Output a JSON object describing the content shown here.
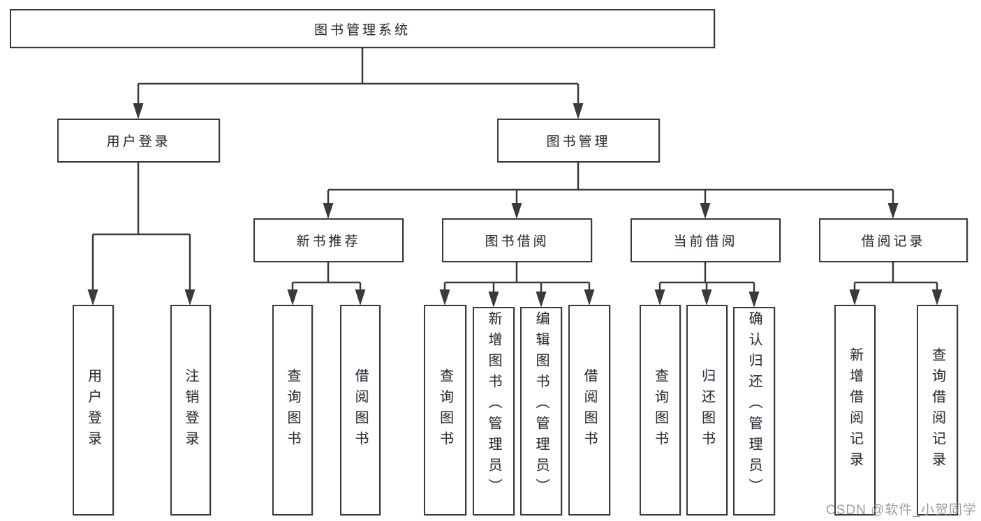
{
  "colors": {
    "line": "#3a3a3a",
    "box_border": "#3a3a3a",
    "text": "#2e2e2e",
    "watermark_gray": "#919191",
    "background": "#ffffff"
  },
  "watermark": {
    "text": "CSDN @软件_小贺同学"
  },
  "tree": {
    "root": {
      "label": "图书管理系统",
      "children": [
        {
          "label": "用户登录",
          "children": [
            {
              "label": "用户登录"
            },
            {
              "label": "注销登录"
            }
          ]
        },
        {
          "label": "图书管理",
          "children": [
            {
              "label": "新书推荐",
              "children": [
                {
                  "label": "查询图书"
                },
                {
                  "label": "借阅图书"
                }
              ]
            },
            {
              "label": "图书借阅",
              "children": [
                {
                  "label": "查询图书"
                },
                {
                  "label": "新增图书（管理员）"
                },
                {
                  "label": "编辑图书（管理员）"
                },
                {
                  "label": "借阅图书"
                }
              ]
            },
            {
              "label": "当前借阅",
              "children": [
                {
                  "label": "查询图书"
                },
                {
                  "label": "归还图书"
                },
                {
                  "label": "确认归还（管理员）"
                }
              ]
            },
            {
              "label": "借阅记录",
              "children": [
                {
                  "label": "新增借阅记录"
                },
                {
                  "label": "查询借阅记录"
                }
              ]
            }
          ]
        }
      ]
    }
  }
}
